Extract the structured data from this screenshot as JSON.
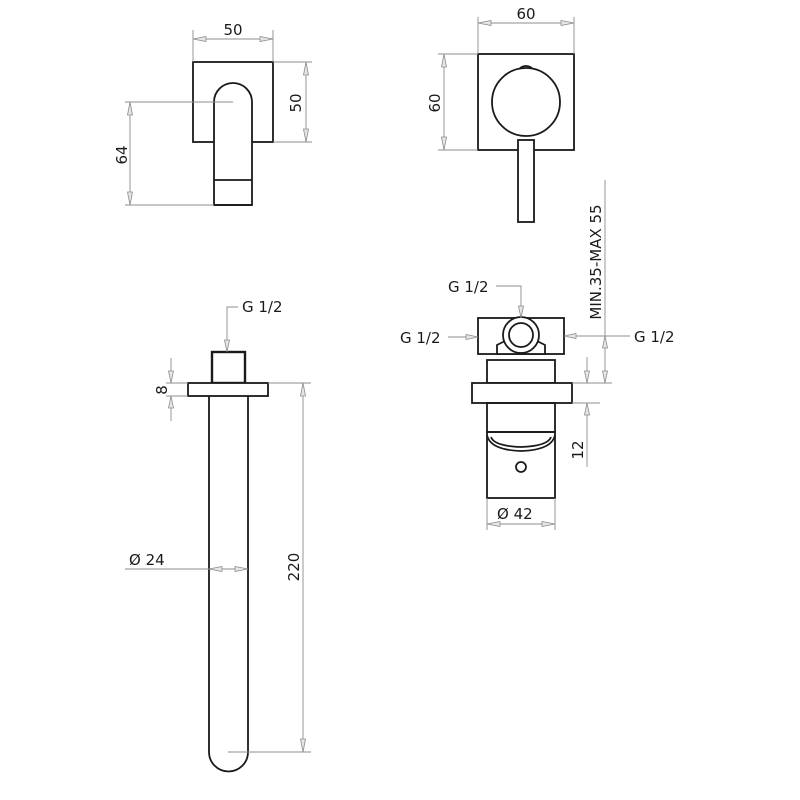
{
  "drawing": {
    "description": "Technical drawing of a wall-mounted mixer with spout",
    "views": {
      "spout_front": {
        "width_label": "50",
        "height_label": "50",
        "depth_label": "64"
      },
      "mixer_front": {
        "width_label": "60",
        "height_label": "60"
      },
      "mixer_side": {
        "top_inlet_label": "G 1/2",
        "left_inlet_label": "G 1/2",
        "right_inlet_label": "G 1/2",
        "wall_depth_label": "MIN.35-MAX 55",
        "handle_offset_label": "12",
        "diameter_label": "Ø  42"
      },
      "spout_side": {
        "inlet_label": "G 1/2",
        "flange_label": "8",
        "length_label": "220",
        "diameter_label": "Ø  24"
      }
    },
    "colors": {
      "object_line": "#1a1a1a",
      "dimension_line": "#8c8c8c",
      "background": "#ffffff"
    }
  }
}
